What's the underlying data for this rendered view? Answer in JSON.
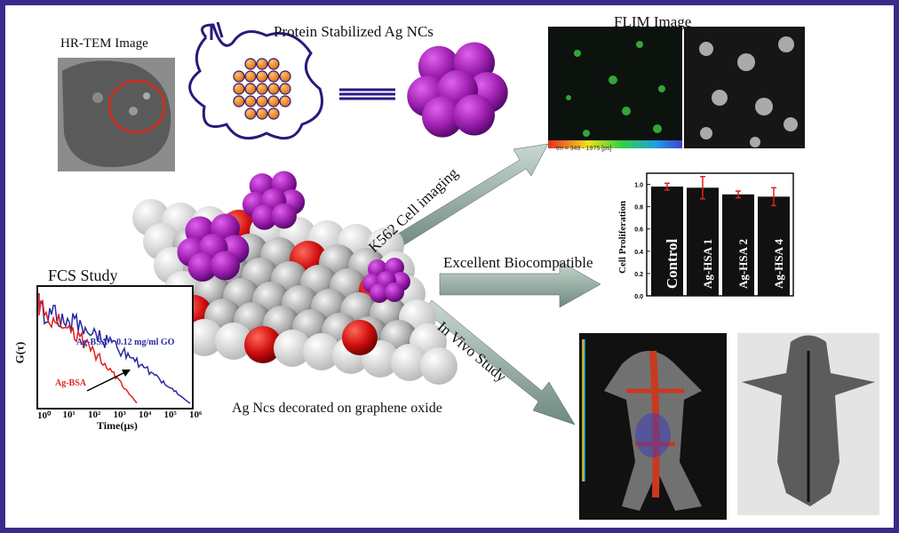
{
  "labels": {
    "hrtem": "HR-TEM Image",
    "protein": "Protein Stabilized Ag NCs",
    "flim": "FLIM Image",
    "flim_scale": "tm = 349 - 1975 [ps]",
    "k562": "K562 Cell imaging",
    "biocompatible": "Excellent Biocompatible",
    "invivo": "In Vivo Study",
    "fcs": "FCS Study",
    "graphene": "Ag Ncs decorated on graphene oxide"
  },
  "colors": {
    "border": "#3b2a8c",
    "cluster": "#9a1fa8",
    "oxygen": "#d01010",
    "arrow": "#8aa39a"
  },
  "chart_data": [
    {
      "type": "bar",
      "ylabel": "Cell Proliferation",
      "ylim": [
        0,
        1.1
      ],
      "yticks": [
        "0.0",
        "0.2",
        "0.4",
        "0.6",
        "0.8",
        "1.0"
      ],
      "categories": [
        "Control",
        "Ag-HSA 1",
        "Ag-HSA 2",
        "Ag-HSA 4"
      ],
      "values": [
        0.98,
        0.97,
        0.91,
        0.89
      ],
      "errors": [
        0.03,
        0.1,
        0.03,
        0.08
      ]
    },
    {
      "type": "line",
      "title": "FCS Study",
      "xlabel": "Time(μs)",
      "ylabel": "G(τ)",
      "xscale": "log",
      "xticks": [
        "10⁰",
        "10¹",
        "10²",
        "10³",
        "10⁴",
        "10⁵",
        "10⁶"
      ],
      "series": [
        {
          "name": "Ag-BSA + 0.12 mg/ml GO",
          "color": "#2a2aa0"
        },
        {
          "name": "Ag-BSA",
          "color": "#e02020"
        }
      ]
    }
  ]
}
